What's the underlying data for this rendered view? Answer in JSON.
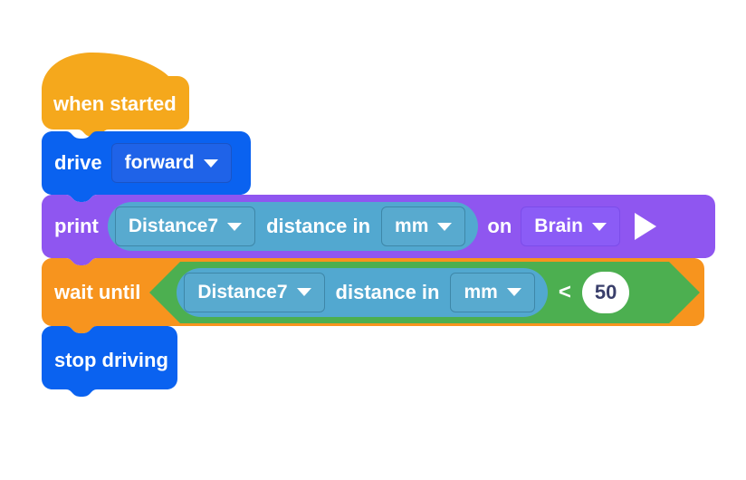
{
  "program": {
    "name": "vexcode-block-program",
    "blocks": [
      {
        "id": "when-started",
        "type": "hat",
        "label": "when started",
        "color": "#F5A81C"
      },
      {
        "id": "drive",
        "type": "stack",
        "label": "drive",
        "color": "#0A62F0",
        "dropdown": {
          "name": "direction",
          "value": "forward",
          "icon": "chevron-down-icon"
        }
      },
      {
        "id": "print",
        "type": "stack",
        "label": "print",
        "color": "#8F56F0",
        "reporter": {
          "sensor": "Distance7",
          "sensor_icon": "chevron-down-icon",
          "text": "distance in",
          "units": "mm",
          "units_icon": "chevron-down-icon",
          "color": "#52A8D0"
        },
        "on_label": "on",
        "target": {
          "name": "device",
          "value": "Brain",
          "icon": "chevron-down-icon"
        },
        "run_icon": "play-arrow-icon"
      },
      {
        "id": "wait-until",
        "type": "stack",
        "label": "wait until",
        "color": "#F7941E",
        "condition": {
          "color": "#4CAF50",
          "reporter": {
            "sensor": "Distance7",
            "sensor_icon": "chevron-down-icon",
            "text": "distance in",
            "units": "mm",
            "units_icon": "chevron-down-icon",
            "color": "#52A8D0"
          },
          "operator": "<",
          "value": "50"
        }
      },
      {
        "id": "stop-driving",
        "type": "stack",
        "label": "stop driving",
        "color": "#0A62F0"
      }
    ]
  }
}
